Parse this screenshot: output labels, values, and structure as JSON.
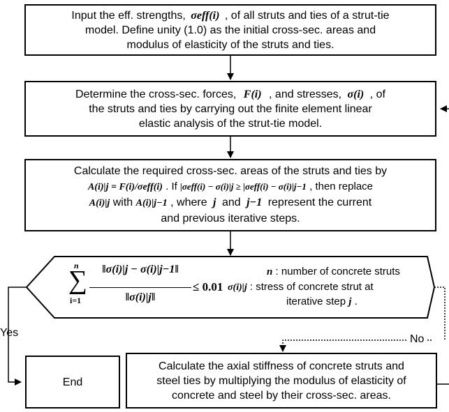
{
  "step1": {
    "line1_a": "Input the eff. strengths,",
    "sym": "σeff(i)",
    "line1_b": ", of all struts and ties of a strut-tie",
    "line2": "model. Define unity (1.0) as the initial  cross-sec. areas and",
    "line3": "modulus of elasticity of the struts and ties."
  },
  "step2": {
    "line1_a": "Determine the cross-sec. forces,",
    "sym_f": "F(i)",
    "line1_b": ", and stresses,",
    "sym_s": "σ(i)",
    "line1_c": ", of",
    "line2": "the struts and ties by carrying out the finite element linear",
    "line3": "elastic analysis of the strut-tie model."
  },
  "step3": {
    "line1": "Calculate the required cross-sec. areas of the struts and ties by",
    "formula_area": "A(i)|j = F(i)/σeff(i)",
    "if_word": ". If",
    "condition": "|σeff(i) − σ(i)|j ≥ |σeff(i) − σ(i)|j−1",
    "then_replace": ", then replace",
    "replace_lhs": "A(i)|j",
    "with_word": "with",
    "replace_rhs": "A(i)|j−1",
    "where_word": ", where",
    "sym_j": "j",
    "and_word": "and",
    "sym_j1": "j−1",
    "represent": "represent the current",
    "line4": "and previous iterative steps."
  },
  "decision": {
    "sum_upper": "n",
    "sum_lower": "i=1",
    "numerator": "‖σ(i)|j − σ(i)|j−1‖",
    "denominator": "‖σ(i)|j‖",
    "threshold": "≤ 0.01",
    "n_sym": "n",
    "n_desc": ": number of concrete struts",
    "sig_sym": "σ(i)|j",
    "sig_desc_1": ": stress of concrete strut at",
    "sig_desc_2": "iterative step",
    "sig_desc_j": "j",
    "sig_desc_end": "."
  },
  "labels": {
    "yes": "Yes",
    "no": "No"
  },
  "end_box": {
    "label": "End"
  },
  "step4": {
    "line1": "Calculate the axial stiffness of concrete struts and",
    "line2": "steel ties by multiplying the modulus of elasticity of",
    "line3": "concrete and steel by their cross-sec. areas."
  }
}
